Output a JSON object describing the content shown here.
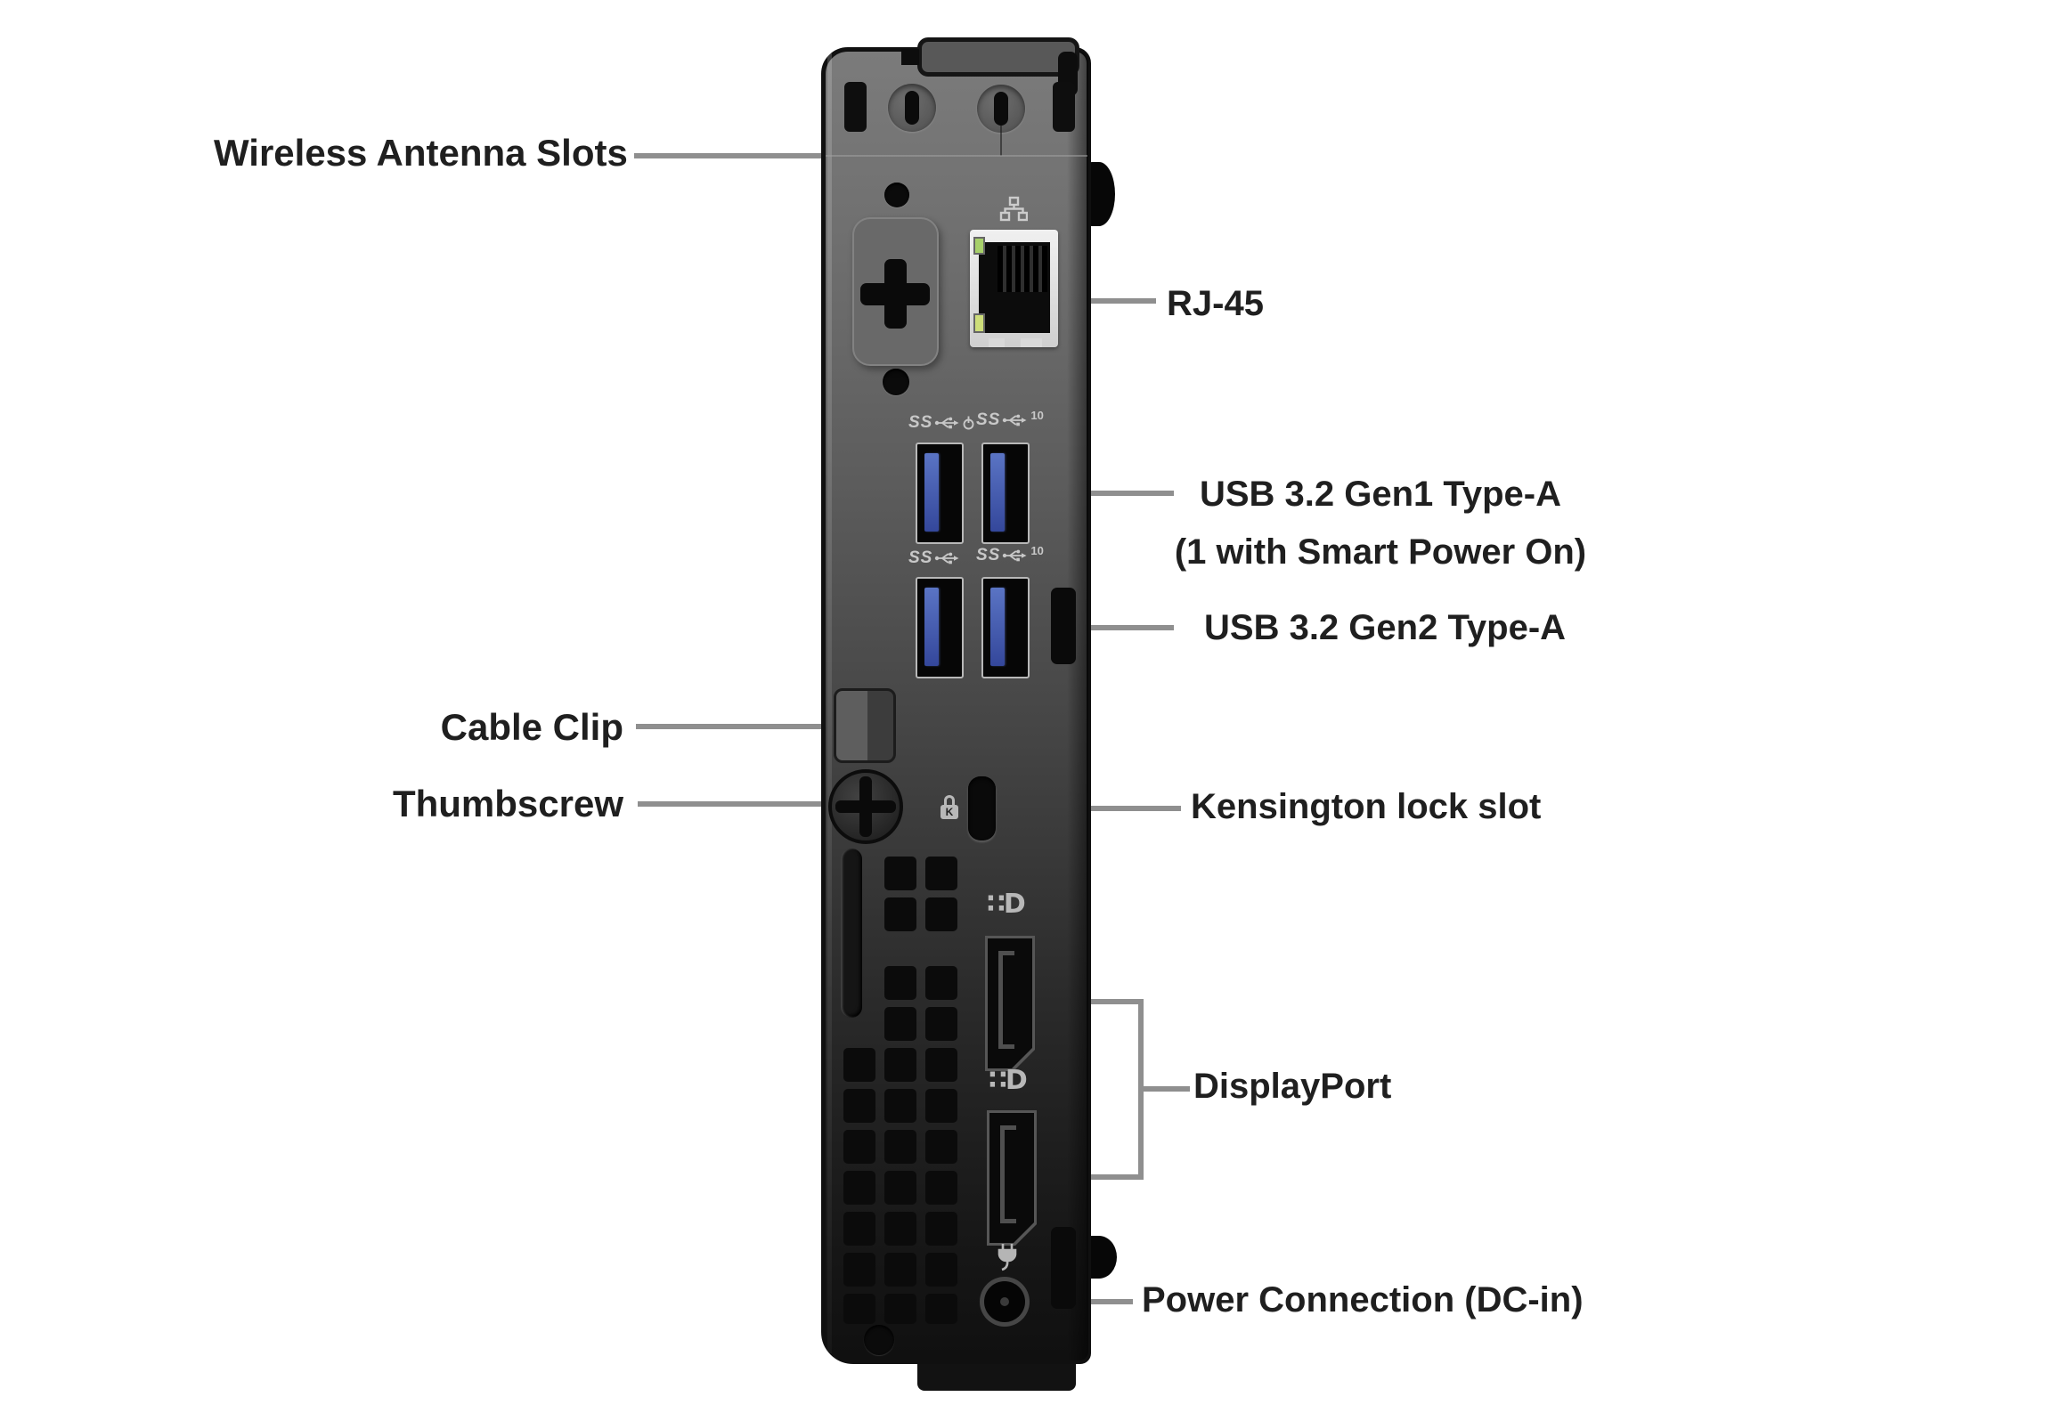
{
  "labels": {
    "wireless_antenna_slots": "Wireless Antenna Slots",
    "rj45": "RJ-45",
    "usb_gen1_line1": "USB 3.2 Gen1 Type-A",
    "usb_gen1_line2": "(1 with Smart Power On)",
    "usb_gen2": "USB 3.2 Gen2 Type-A",
    "cable_clip": "Cable Clip",
    "thumbscrew": "Thumbscrew",
    "kensington_lock_slot": "Kensington lock slot",
    "displayport": "DisplayPort",
    "power_connection": "Power Connection (DC-in)"
  },
  "icons": {
    "displayport_glyph": "∷D",
    "usb_superspeed_prefix": "SS",
    "usb_gen2_speed_suffix": "10",
    "kensington_lock_letter": "K"
  },
  "usb": {
    "icon_variants": [
      "power",
      "ten",
      "plain",
      "ten"
    ]
  },
  "colors": {
    "background": "#ffffff",
    "label_text": "#1f1f1f",
    "leader_line": "#8f8f8f",
    "device_body_top": "#7b7b7b",
    "device_body_bottom": "#101010",
    "usb_tongue_blue": "#4157ae",
    "rj45_led_green": "#a7d06a",
    "rj45_led_amber": "#cede7a"
  }
}
